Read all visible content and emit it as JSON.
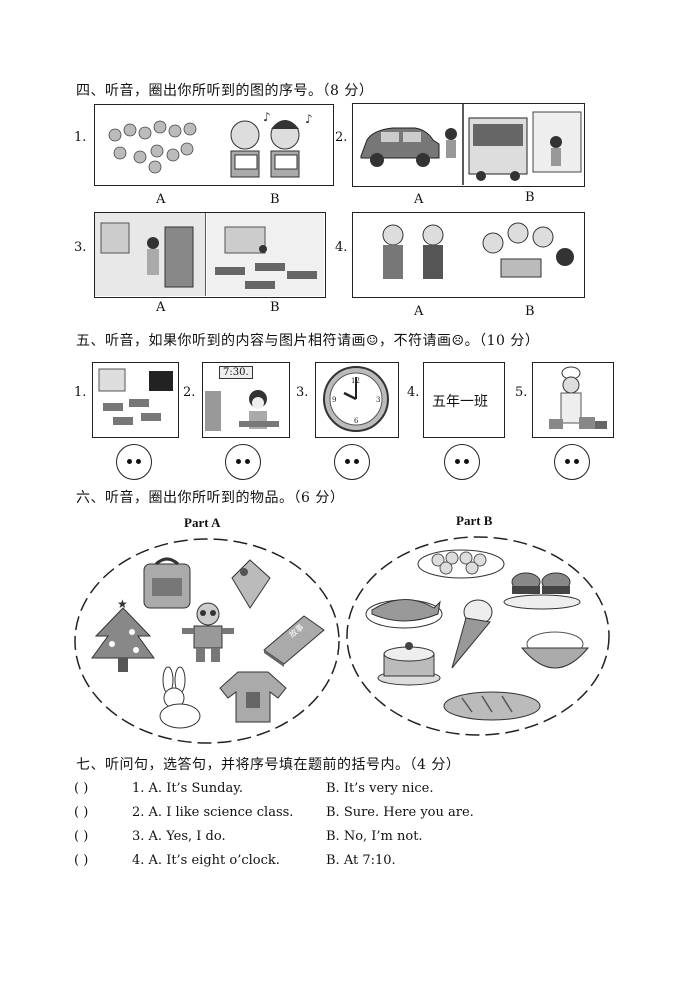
{
  "section4": {
    "title": "四、听音，圈出你所听到的图的序号。（8 分）",
    "items": [
      {
        "num": "1.",
        "a": "A",
        "b": "B"
      },
      {
        "num": "2.",
        "a": "A",
        "b": "B"
      },
      {
        "num": "3.",
        "a": "A",
        "b": "B"
      },
      {
        "num": "4.",
        "a": "A",
        "b": "B"
      }
    ]
  },
  "section5": {
    "title": "五、听音，如果你听到的内容与图片相符请画☺，不符请画☹。（10 分）",
    "items": [
      {
        "num": "1."
      },
      {
        "num": "2.",
        "clock_text": "7:30."
      },
      {
        "num": "3.",
        "clock_nums": [
          "12",
          "3",
          "6",
          "9"
        ]
      },
      {
        "num": "4.",
        "class_text": "五年一班"
      },
      {
        "num": "5."
      }
    ]
  },
  "section6": {
    "title": "六、听音，圈出你所听到的物品。（6 分）",
    "part_a": "Part A",
    "part_b": "Part B",
    "book_text": "故事"
  },
  "section7": {
    "title": "七、听问句，选答句，并将序号填在题前的括号内。（4 分）",
    "rows": [
      {
        "paren": "(          )",
        "q": "1. A. It’s Sunday.",
        "b": "B. It’s very nice."
      },
      {
        "paren": "(          )",
        "q": "2. A. I like science class.",
        "b": "B. Sure. Here you are."
      },
      {
        "paren": "(          )",
        "q": "3. A. Yes, I do.",
        "b": "B. No, I’m not."
      },
      {
        "paren": "(          )",
        "q": "4. A. It’s eight o’clock.",
        "b": "B. At 7:10."
      }
    ]
  }
}
